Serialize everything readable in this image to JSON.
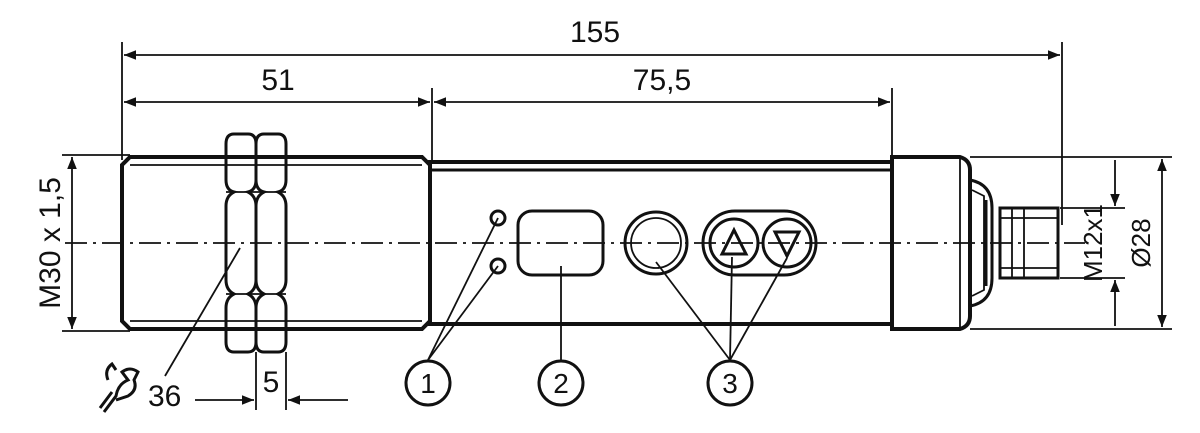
{
  "dimensions": {
    "total_length": "155",
    "thread_length": "51",
    "body_length": "75,5",
    "thread_spec": "M30 x 1,5",
    "connector_spec": "M12x1",
    "body_diameter": "Ø28",
    "nut_width": "5",
    "wrench_size": "36"
  },
  "callouts": [
    "1",
    "2",
    "3"
  ],
  "icons": {
    "wrench": "wrench-icon",
    "arrow_up": "triangle-up-icon",
    "arrow_down": "triangle-down-icon"
  }
}
